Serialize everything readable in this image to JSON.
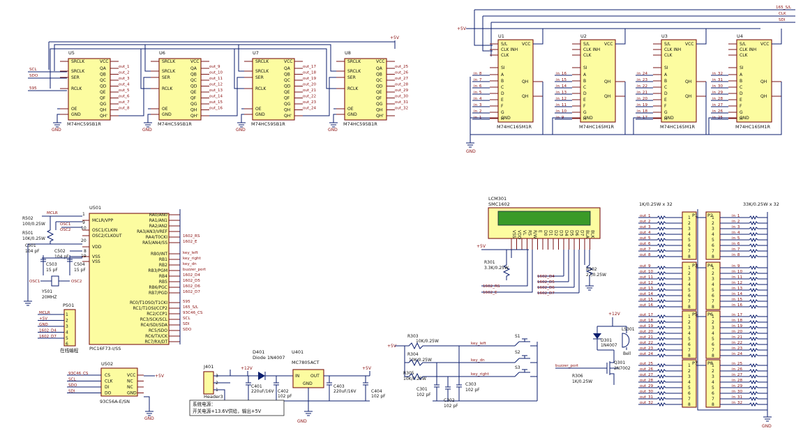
{
  "colors": {
    "wire": "#0b1e6e",
    "chip_fill": "#fcfca0",
    "chip_border": "#7a1414",
    "net_label": "#8a1010",
    "lcd_screen": "#3a9a28"
  },
  "top_right_nets": [
    "165_S/L",
    "CLK",
    "SDI"
  ],
  "rail_5v": "+5V",
  "rail_12v": "+12V",
  "gnd_label": "GND",
  "sr595": {
    "pins_left": [
      "SRCLK",
      "SER",
      "RCLK",
      "OE",
      "GND"
    ],
    "pins_right": [
      "VCC",
      "QA",
      "QB",
      "QC",
      "QD",
      "QE",
      "QF",
      "QG",
      "QH",
      "QH'"
    ],
    "chips": [
      {
        "ref": "U5",
        "part": "M74HC595B1R",
        "nets": [
          "out_1",
          "out_2",
          "out_3",
          "out_4",
          "out_5",
          "out_6",
          "out_7",
          "out_8"
        ]
      },
      {
        "ref": "U6",
        "part": "M74HC595B1R",
        "nets": [
          "out_9",
          "out_10",
          "out_11",
          "out_12",
          "out_13",
          "out_14",
          "out_15",
          "out_16"
        ]
      },
      {
        "ref": "U7",
        "part": "M74HC595B1R",
        "nets": [
          "out_17",
          "out_18",
          "out_19",
          "out_20",
          "out_21",
          "out_22",
          "out_23",
          "out_24"
        ]
      },
      {
        "ref": "U8",
        "part": "M74HC595B1R",
        "nets": [
          "out_25",
          "out_26",
          "out_27",
          "out_28",
          "out_29",
          "out_30",
          "out_31",
          "out_32"
        ]
      }
    ],
    "input_nets": [
      "SCL",
      "SDO",
      "595"
    ]
  },
  "sr165": {
    "pins_left": [
      "S/L",
      "CLK INH",
      "CLK",
      "SI",
      "A",
      "B",
      "C",
      "D",
      "E",
      "F",
      "G",
      "H",
      "GND"
    ],
    "pins_right": [
      "VCC",
      "QH",
      "QH"
    ],
    "chips": [
      {
        "ref": "U1",
        "part": "M74HC165M1R",
        "nets": [
          "in_8",
          "in_7",
          "in_6",
          "in_5",
          "in_4",
          "in_3",
          "in_2",
          "in_1"
        ]
      },
      {
        "ref": "U2",
        "part": "M74HC165M1R",
        "nets": [
          "in_16",
          "in_15",
          "in_14",
          "in_13",
          "in_12",
          "in_11",
          "in_10",
          "in_9"
        ]
      },
      {
        "ref": "U3",
        "part": "M74HC165M1R",
        "nets": [
          "in_24",
          "in_23",
          "in_22",
          "in_21",
          "in_20",
          "in_19",
          "in_18",
          "in_17"
        ]
      },
      {
        "ref": "U4",
        "part": "M74HC165M1R",
        "nets": [
          "in_32",
          "in_31",
          "in_30",
          "in_29",
          "in_28",
          "in_27",
          "in_26",
          "in_25"
        ]
      }
    ]
  },
  "mcu": {
    "ref": "U501",
    "part": "PIC16F73-I/SS",
    "left_pins": [
      "MCLR/VPP",
      "OSC1/CLKIN",
      "OSC2/CLKOUT",
      "VDD",
      "VSS",
      "VSS"
    ],
    "right_pins": [
      "RA0/AN0",
      "RA1/AN1",
      "RA2/AN2",
      "RA3/AN3/VREF",
      "RA4/T0CKI",
      "RA5/AN4/SS",
      "RB0/INT",
      "RB1",
      "RB2",
      "RB3/PGM",
      "RB4",
      "RB5",
      "RB6/PGC",
      "RB7/PGD",
      "RC0/T1OSO/T1CKI",
      "RC1/T1OSI/CCP2",
      "RC2/CCP1",
      "RC3/SCK/SCL",
      "RC4/SDI/SDA",
      "RC5/SDO",
      "RC6/TX/CK",
      "RC7/RX/DT"
    ],
    "right_nets": [
      "1602_RS",
      "1602_E",
      "key_left",
      "key_right",
      "key_dn",
      "buzzer_port",
      "1602_D4",
      "1602_D5",
      "1602_D6",
      "1602_D7",
      "595",
      "165_S/L",
      "93C46_CS",
      "SCL",
      "SDI",
      "SDO",
      "",
      ""
    ],
    "parts": [
      "R502",
      "100/0.25W",
      "R501",
      "10K/0.25W",
      "C501",
      "104 pF",
      "C502",
      "104 pF",
      "C503",
      "15 pF",
      "C504",
      "15 pF",
      "Y501",
      "20MHZ",
      "MCLR",
      "OSC1",
      "OSC2"
    ],
    "nums": [
      "1",
      "9",
      "10",
      "20",
      "8",
      "19"
    ]
  },
  "prog": {
    "ref": "P501",
    "nets": [
      "MCLR",
      "+5V",
      "GND",
      "1602_D4",
      "1602_D7"
    ],
    "caption": "在线编程"
  },
  "eeprom": {
    "ref": "U502",
    "part": "93C56A-E/SN",
    "pins_left": [
      "CS",
      "CLK",
      "DI",
      "DO"
    ],
    "pins_right": [
      "VCC",
      "NC",
      "NC",
      "GND"
    ],
    "nets": [
      "93C46_CS",
      "SCL",
      "SDO",
      "SDI"
    ]
  },
  "power": {
    "j401": "J401",
    "header": "Header3",
    "d401": "D401",
    "d401_part": "Diode 1N4007",
    "u401": "U401",
    "u401_part": "MC7805ACT",
    "pins": [
      "IN",
      "OUT",
      "GND"
    ],
    "caps": [
      "C401",
      "220uF/16V",
      "C402",
      "102 pF",
      "C403",
      "220uF/16V",
      "C404",
      "102 pF"
    ],
    "note1": "系统电源：",
    "note2": "开关电源+13.6V供给，输出+5V"
  },
  "lcd": {
    "ref": "LCM301",
    "part": "SMC1602",
    "pins": [
      "VSS",
      "VDD",
      "VL",
      "RS",
      "R/W",
      "E",
      "D0",
      "D1",
      "D2",
      "D3",
      "D4",
      "D5",
      "D6",
      "D7",
      "BLA",
      "BLK"
    ],
    "r301": "R301",
    "r301_val": "3.3K/0.25W",
    "r302": "R302",
    "r302_val": "27/0.25W",
    "nets": [
      "1602_RS",
      "1602_E",
      "1602_D4",
      "1602_D5",
      "1602_D6",
      "1602_D7"
    ]
  },
  "keys": {
    "res": [
      "R303",
      "10K/0.25W",
      "R304",
      "10K/0.25W",
      "R305",
      "10K/0.25W"
    ],
    "switches": [
      "S1",
      "S2",
      "S3"
    ],
    "nets": [
      "key_left",
      "key_dn",
      "key_right"
    ],
    "caps": [
      "C301",
      "102 pF",
      "C302",
      "102 pF",
      "C303",
      "102 pF"
    ]
  },
  "buzzer": {
    "d301": "D301",
    "d301_part": "1N4007",
    "ls301": "LS301",
    "bell": "Bell",
    "q301": "Q301",
    "q301_part": "2N7002",
    "r306": "R306",
    "r306_val": "1K/0.25W",
    "net": "buzzer_port"
  },
  "res_left_value": "1K/0.25W x 32",
  "res_right_value": "33K/0.25W x 32",
  "connectors": {
    "left": [
      "P1",
      "P3",
      "P5",
      "P7"
    ],
    "right": [
      "P2",
      "P4",
      "P6",
      "P8"
    ],
    "pin_nums": [
      "1",
      "2",
      "3",
      "4",
      "5",
      "6",
      "7",
      "8"
    ]
  }
}
